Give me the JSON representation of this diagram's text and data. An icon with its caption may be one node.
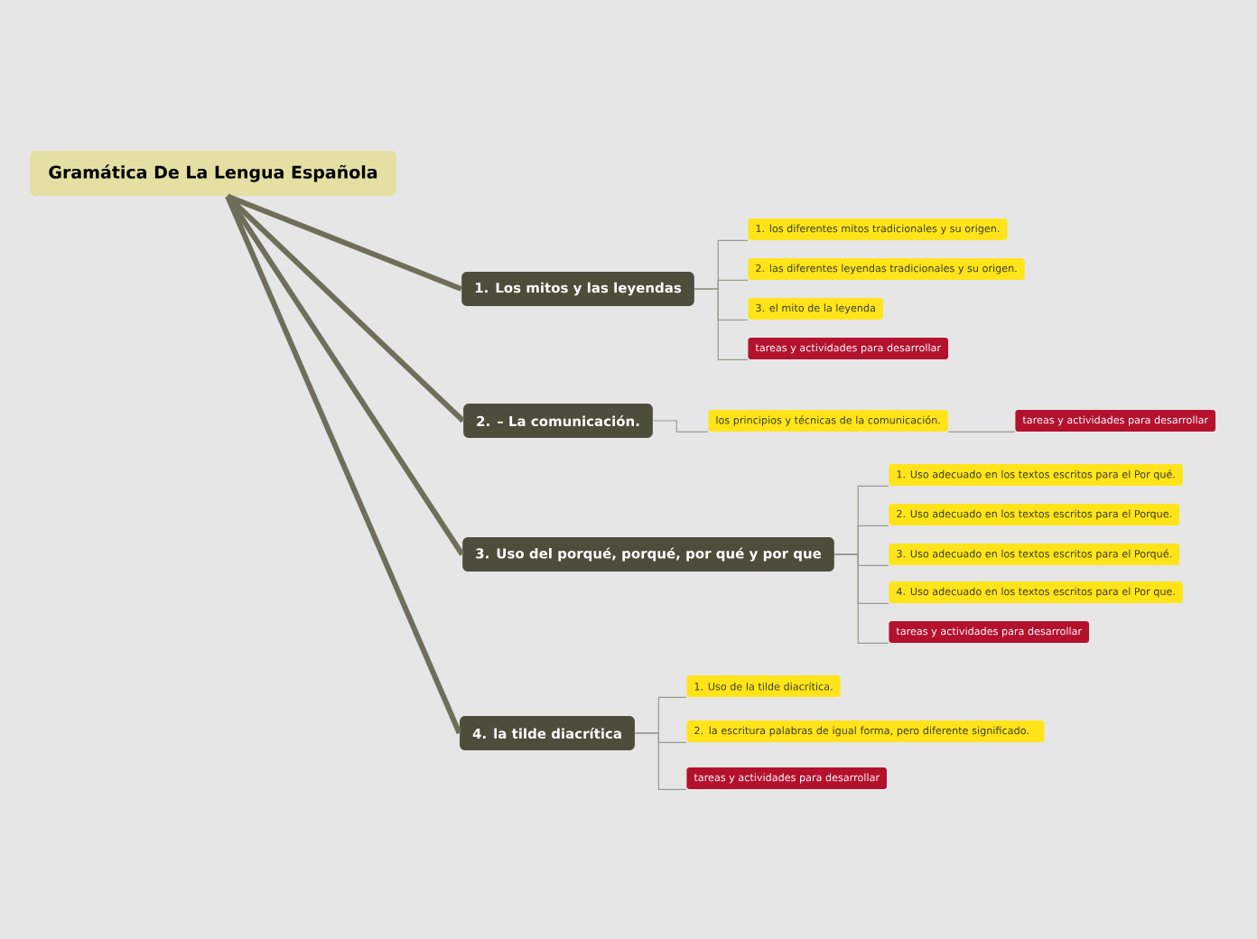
{
  "diagram": {
    "nodes": [
      {
        "text": [
          "Gramática De La Lengua Española"
        ]
      },
      {
        "text": [
          "1. Los mitos y las leyendas"
        ]
      },
      {
        "text": [
          "1. los diferentes mitos tradicionales y su origen."
        ]
      },
      {
        "text": [
          "2. las diferentes leyendas tradicionales y su origen."
        ]
      },
      {
        "text": [
          "3. el mito de la leyenda"
        ]
      },
      {
        "text": [
          "tareas y actividades para desarrollar"
        ]
      },
      {
        "text": [
          "2. – La comunicación."
        ]
      },
      {
        "text": [
          "los principios y técnicas de la comunicación."
        ]
      },
      {
        "text": [
          "tareas y actividades para desarrollar"
        ]
      },
      {
        "text": [
          "3. Uso del porqué, porqué, por qué y por que"
        ]
      },
      {
        "text": [
          "1. Uso adecuado en los textos escritos para el Por qué."
        ]
      },
      {
        "text": [
          "2. Uso adecuado en los textos escritos para el Porque."
        ]
      },
      {
        "text": [
          "3. Uso adecuado en los textos escritos para el Porqué."
        ]
      },
      {
        "text": [
          "4. Uso adecuado en los textos escritos para el Por que."
        ]
      },
      {
        "text": [
          "tareas y actividades para desarrollar"
        ]
      },
      {
        "text": [
          "4. la tilde diacrítica"
        ]
      },
      {
        "text": [
          "1. Uso de la tilde diacrítica."
        ]
      },
      {
        "text": [
          "2. la escritura palabras de igual forma, pero diferente significado."
        ]
      },
      {
        "text": [
          "tareas y actividades para desarrollar"
        ]
      }
    ],
    "edges": [
      {
        "from": 0,
        "to": 1,
        "arrow": "none",
        "style": "thick"
      },
      {
        "from": 0,
        "to": 6,
        "arrow": "none",
        "style": "thick"
      },
      {
        "from": 0,
        "to": 9,
        "arrow": "none",
        "style": "thick"
      },
      {
        "from": 0,
        "to": 15,
        "arrow": "none",
        "style": "thick"
      },
      {
        "from": 1,
        "to": 2,
        "arrow": "none"
      },
      {
        "from": 1,
        "to": 3,
        "arrow": "none"
      },
      {
        "from": 1,
        "to": 4,
        "arrow": "none"
      },
      {
        "from": 1,
        "to": 5,
        "arrow": "none"
      },
      {
        "from": 6,
        "to": 7,
        "arrow": "none"
      },
      {
        "from": 7,
        "to": 8,
        "arrow": "none"
      },
      {
        "from": 9,
        "to": 10,
        "arrow": "none"
      },
      {
        "from": 9,
        "to": 11,
        "arrow": "none"
      },
      {
        "from": 9,
        "to": 12,
        "arrow": "none"
      },
      {
        "from": 9,
        "to": 13,
        "arrow": "none"
      },
      {
        "from": 9,
        "to": 14,
        "arrow": "none"
      },
      {
        "from": 15,
        "to": 16,
        "arrow": "none"
      },
      {
        "from": 15,
        "to": 17,
        "arrow": "none"
      },
      {
        "from": 15,
        "to": 18,
        "arrow": "none"
      }
    ]
  }
}
